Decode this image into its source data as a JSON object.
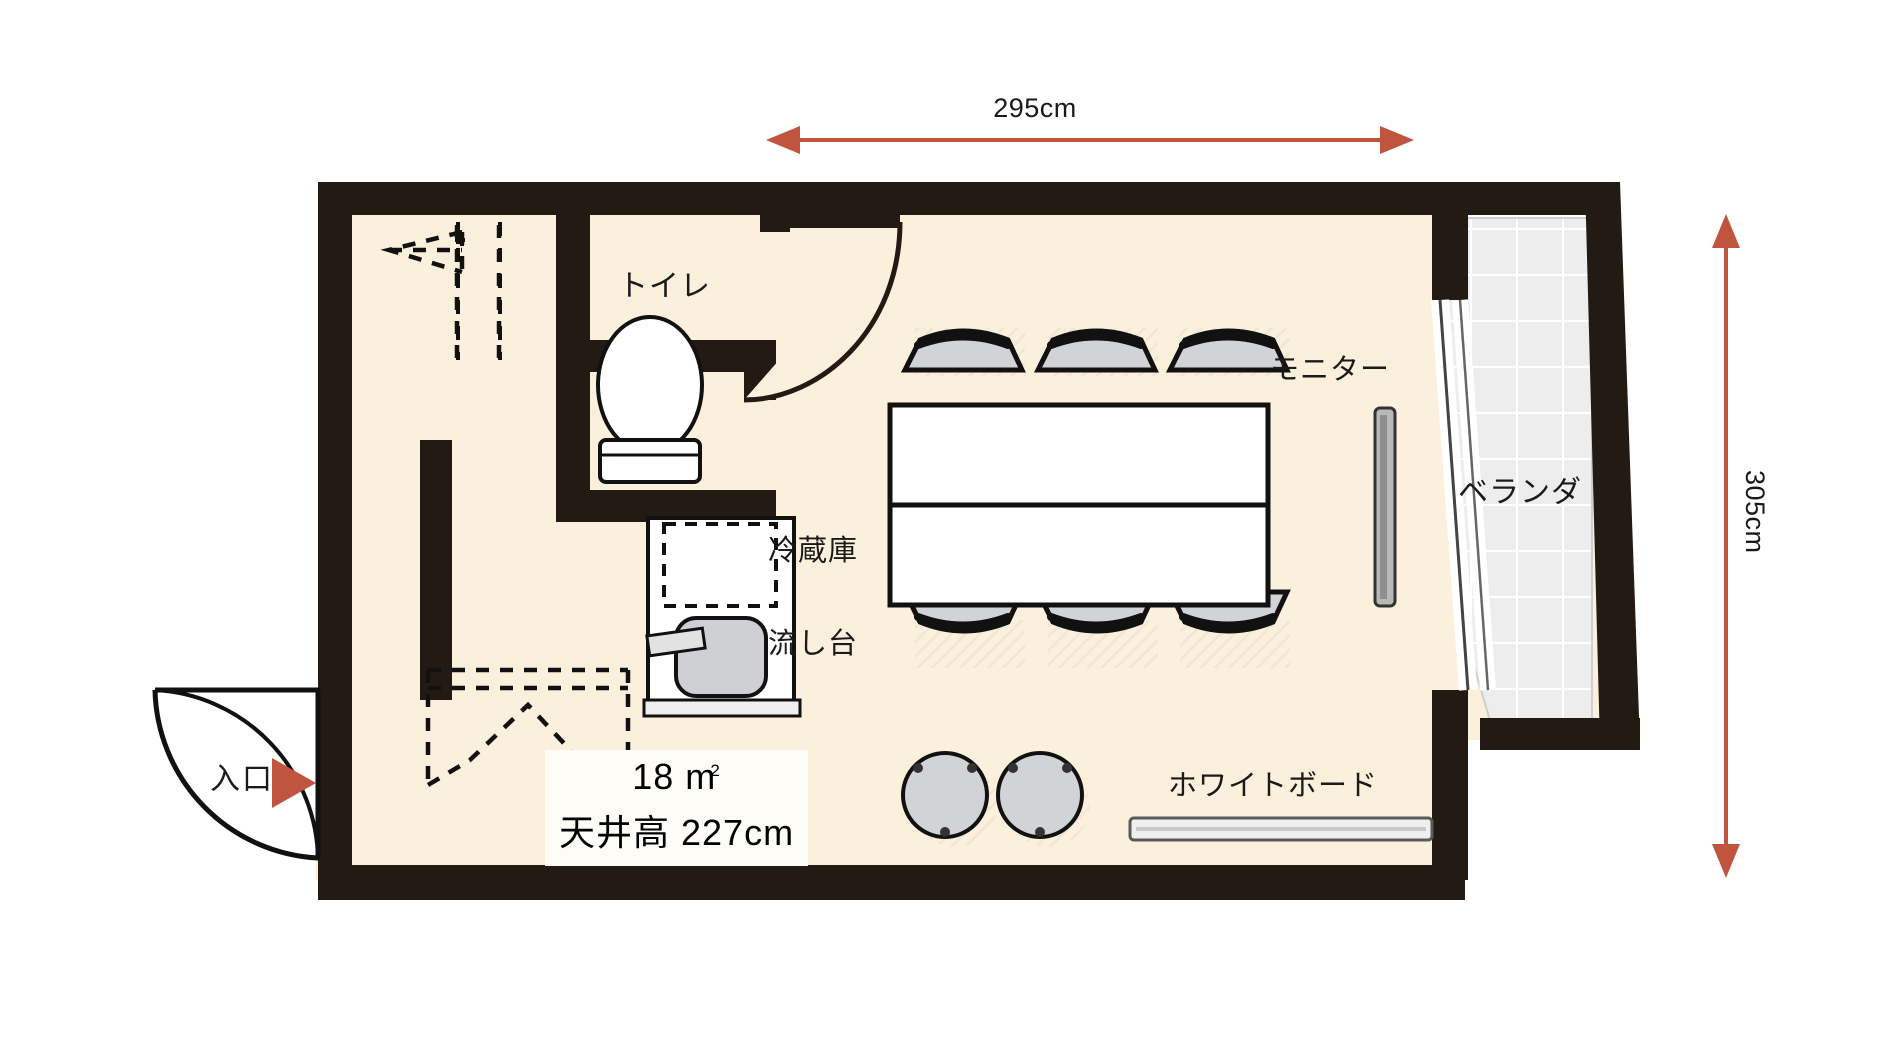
{
  "plan": {
    "title": "Room floor plan",
    "dimensions": {
      "width_label": "295cm",
      "height_label": "305cm",
      "arrow_color": "#c0543f"
    },
    "area_info": {
      "area": "18 m",
      "area_unit_superscript": "2",
      "ceiling": "天井高 227cm"
    },
    "rooms": [
      {
        "name": "toilet",
        "label": "トイレ"
      },
      {
        "name": "veranda",
        "label": "ベランダ"
      }
    ],
    "fixtures": [
      {
        "name": "refrigerator",
        "label": "冷蔵庫"
      },
      {
        "name": "sink",
        "label": "流し台"
      },
      {
        "name": "monitor",
        "label": "モニター"
      },
      {
        "name": "whiteboard",
        "label": "ホワイトボード"
      }
    ],
    "entrance": {
      "label": "入口",
      "marker_color": "#c0543f"
    },
    "colors": {
      "floor": "#fbf0dc",
      "wall": "#241a14",
      "veranda_tile": "#ededed",
      "furniture_gray": "#d2d3d7",
      "table_top": "#ffffff",
      "outline": "#111111"
    }
  }
}
